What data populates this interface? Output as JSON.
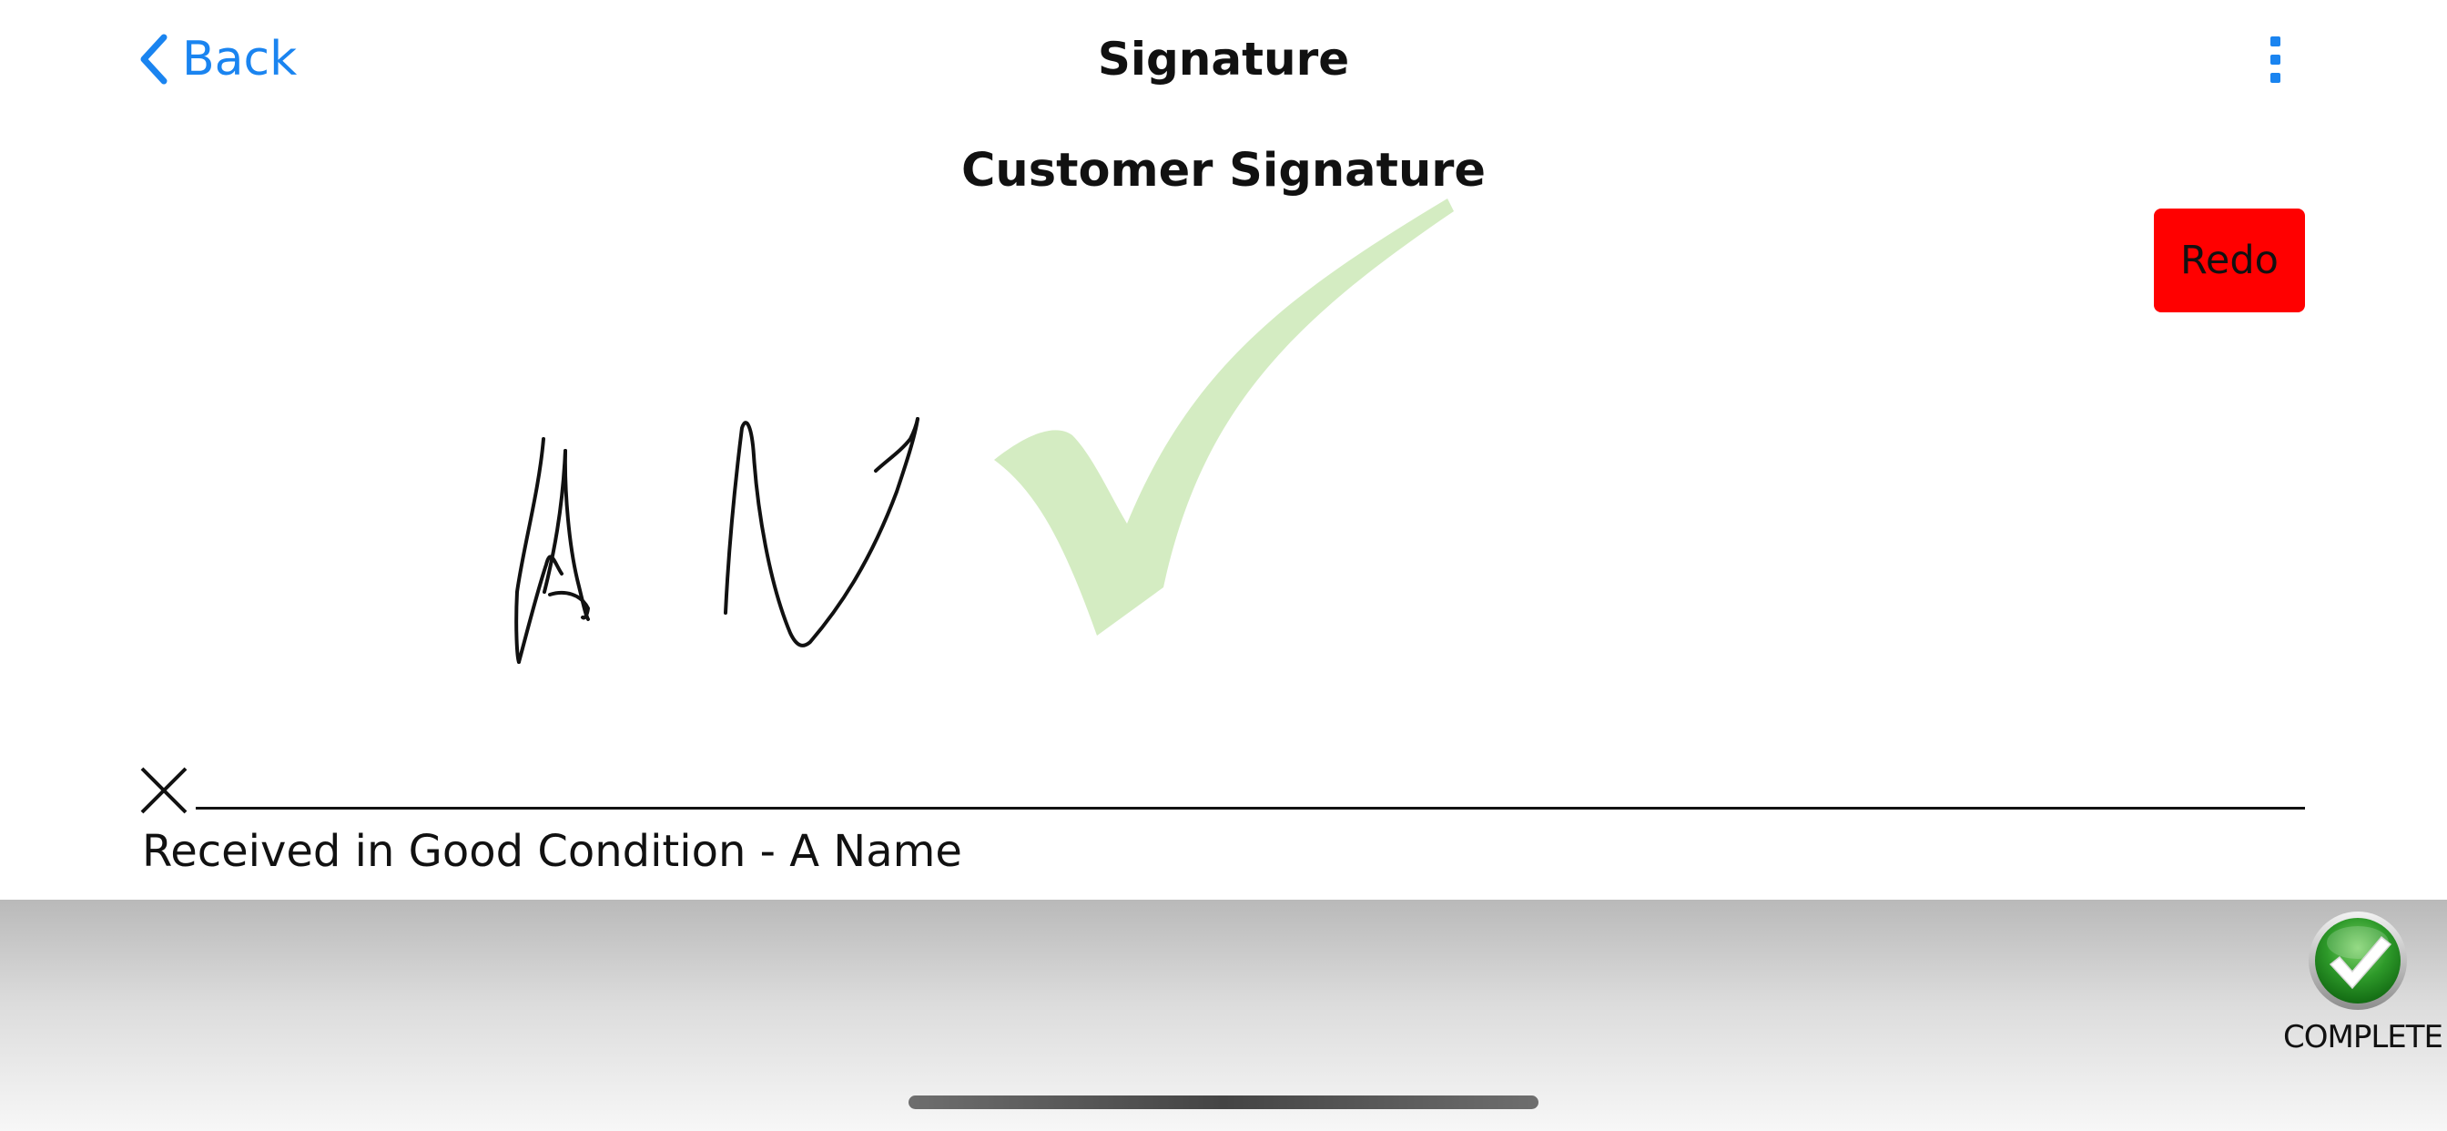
{
  "nav": {
    "back_label": "Back",
    "title": "Signature",
    "more_icon": "vertical-ellipsis-icon"
  },
  "signature": {
    "heading": "Customer Signature",
    "redo_label": "Redo",
    "sign_marker": "X",
    "caption": "Received in Good Condition - A Name"
  },
  "footer": {
    "complete_label": "COMPLETE",
    "complete_icon": "green-checkmark-icon"
  },
  "colors": {
    "accent": "#1a84f0",
    "redo_background": "#ff0000",
    "checkmark_watermark": "#d4ecc2",
    "complete_green": "#2e9a2a"
  }
}
